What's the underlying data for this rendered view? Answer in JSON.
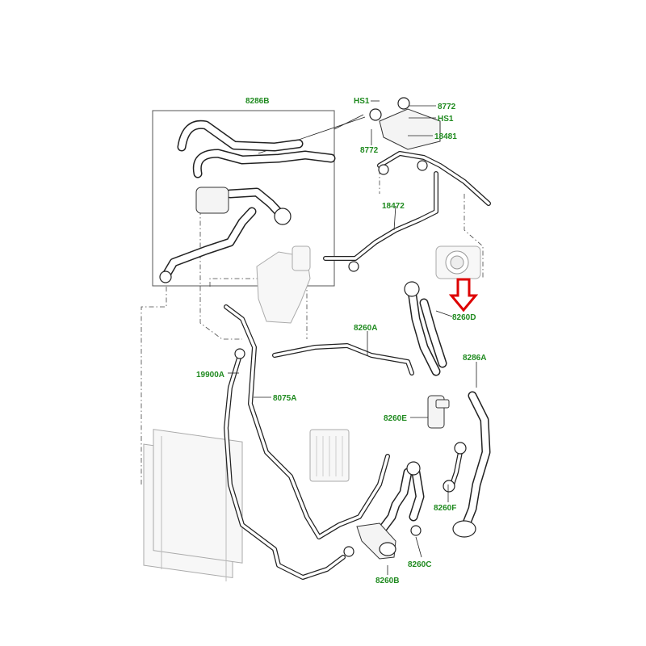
{
  "diagram": {
    "label_color": "#1f8a1f",
    "callout_arrow_color": "#dd0000",
    "labels": {
      "l8286b": "8286B",
      "lhs1a": "HS1",
      "lhs1b": "HS1",
      "l8772a": "8772",
      "l8772b": "8772",
      "l18481": "18481",
      "l18472": "18472",
      "l8260d": "8260D",
      "l8260a": "8260A",
      "l8286a": "8286A",
      "l19900a": "19900A",
      "l8075a": "8075A",
      "l8260e": "8260E",
      "l8260f": "8260F",
      "l8260c": "8260C",
      "l8260b": "8260B"
    },
    "highlighted_part": "8260D",
    "callout_icon": "down-arrow-outline-icon"
  }
}
